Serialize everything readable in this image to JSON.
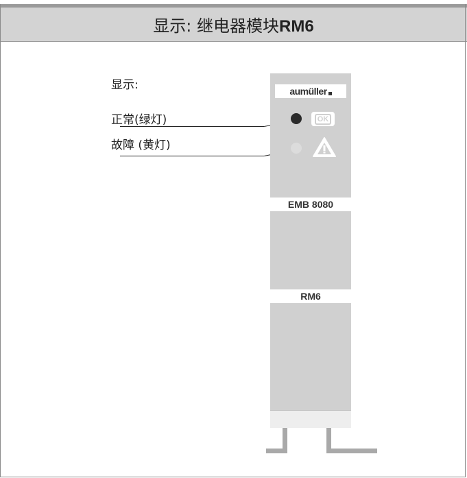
{
  "header": {
    "title_prefix": "显示: 继电器模块",
    "title_bold": "RM6"
  },
  "labels": {
    "display": "显示:",
    "normal": "正常(绿灯)",
    "fault": "故障 (黄灯)"
  },
  "device": {
    "brand": "aumüller",
    "ok_badge": "OK",
    "model": "EMB 8080",
    "module": "RM6",
    "led_normal_color": "#2b2b2b",
    "led_fault_color": "#dcdcdc"
  }
}
